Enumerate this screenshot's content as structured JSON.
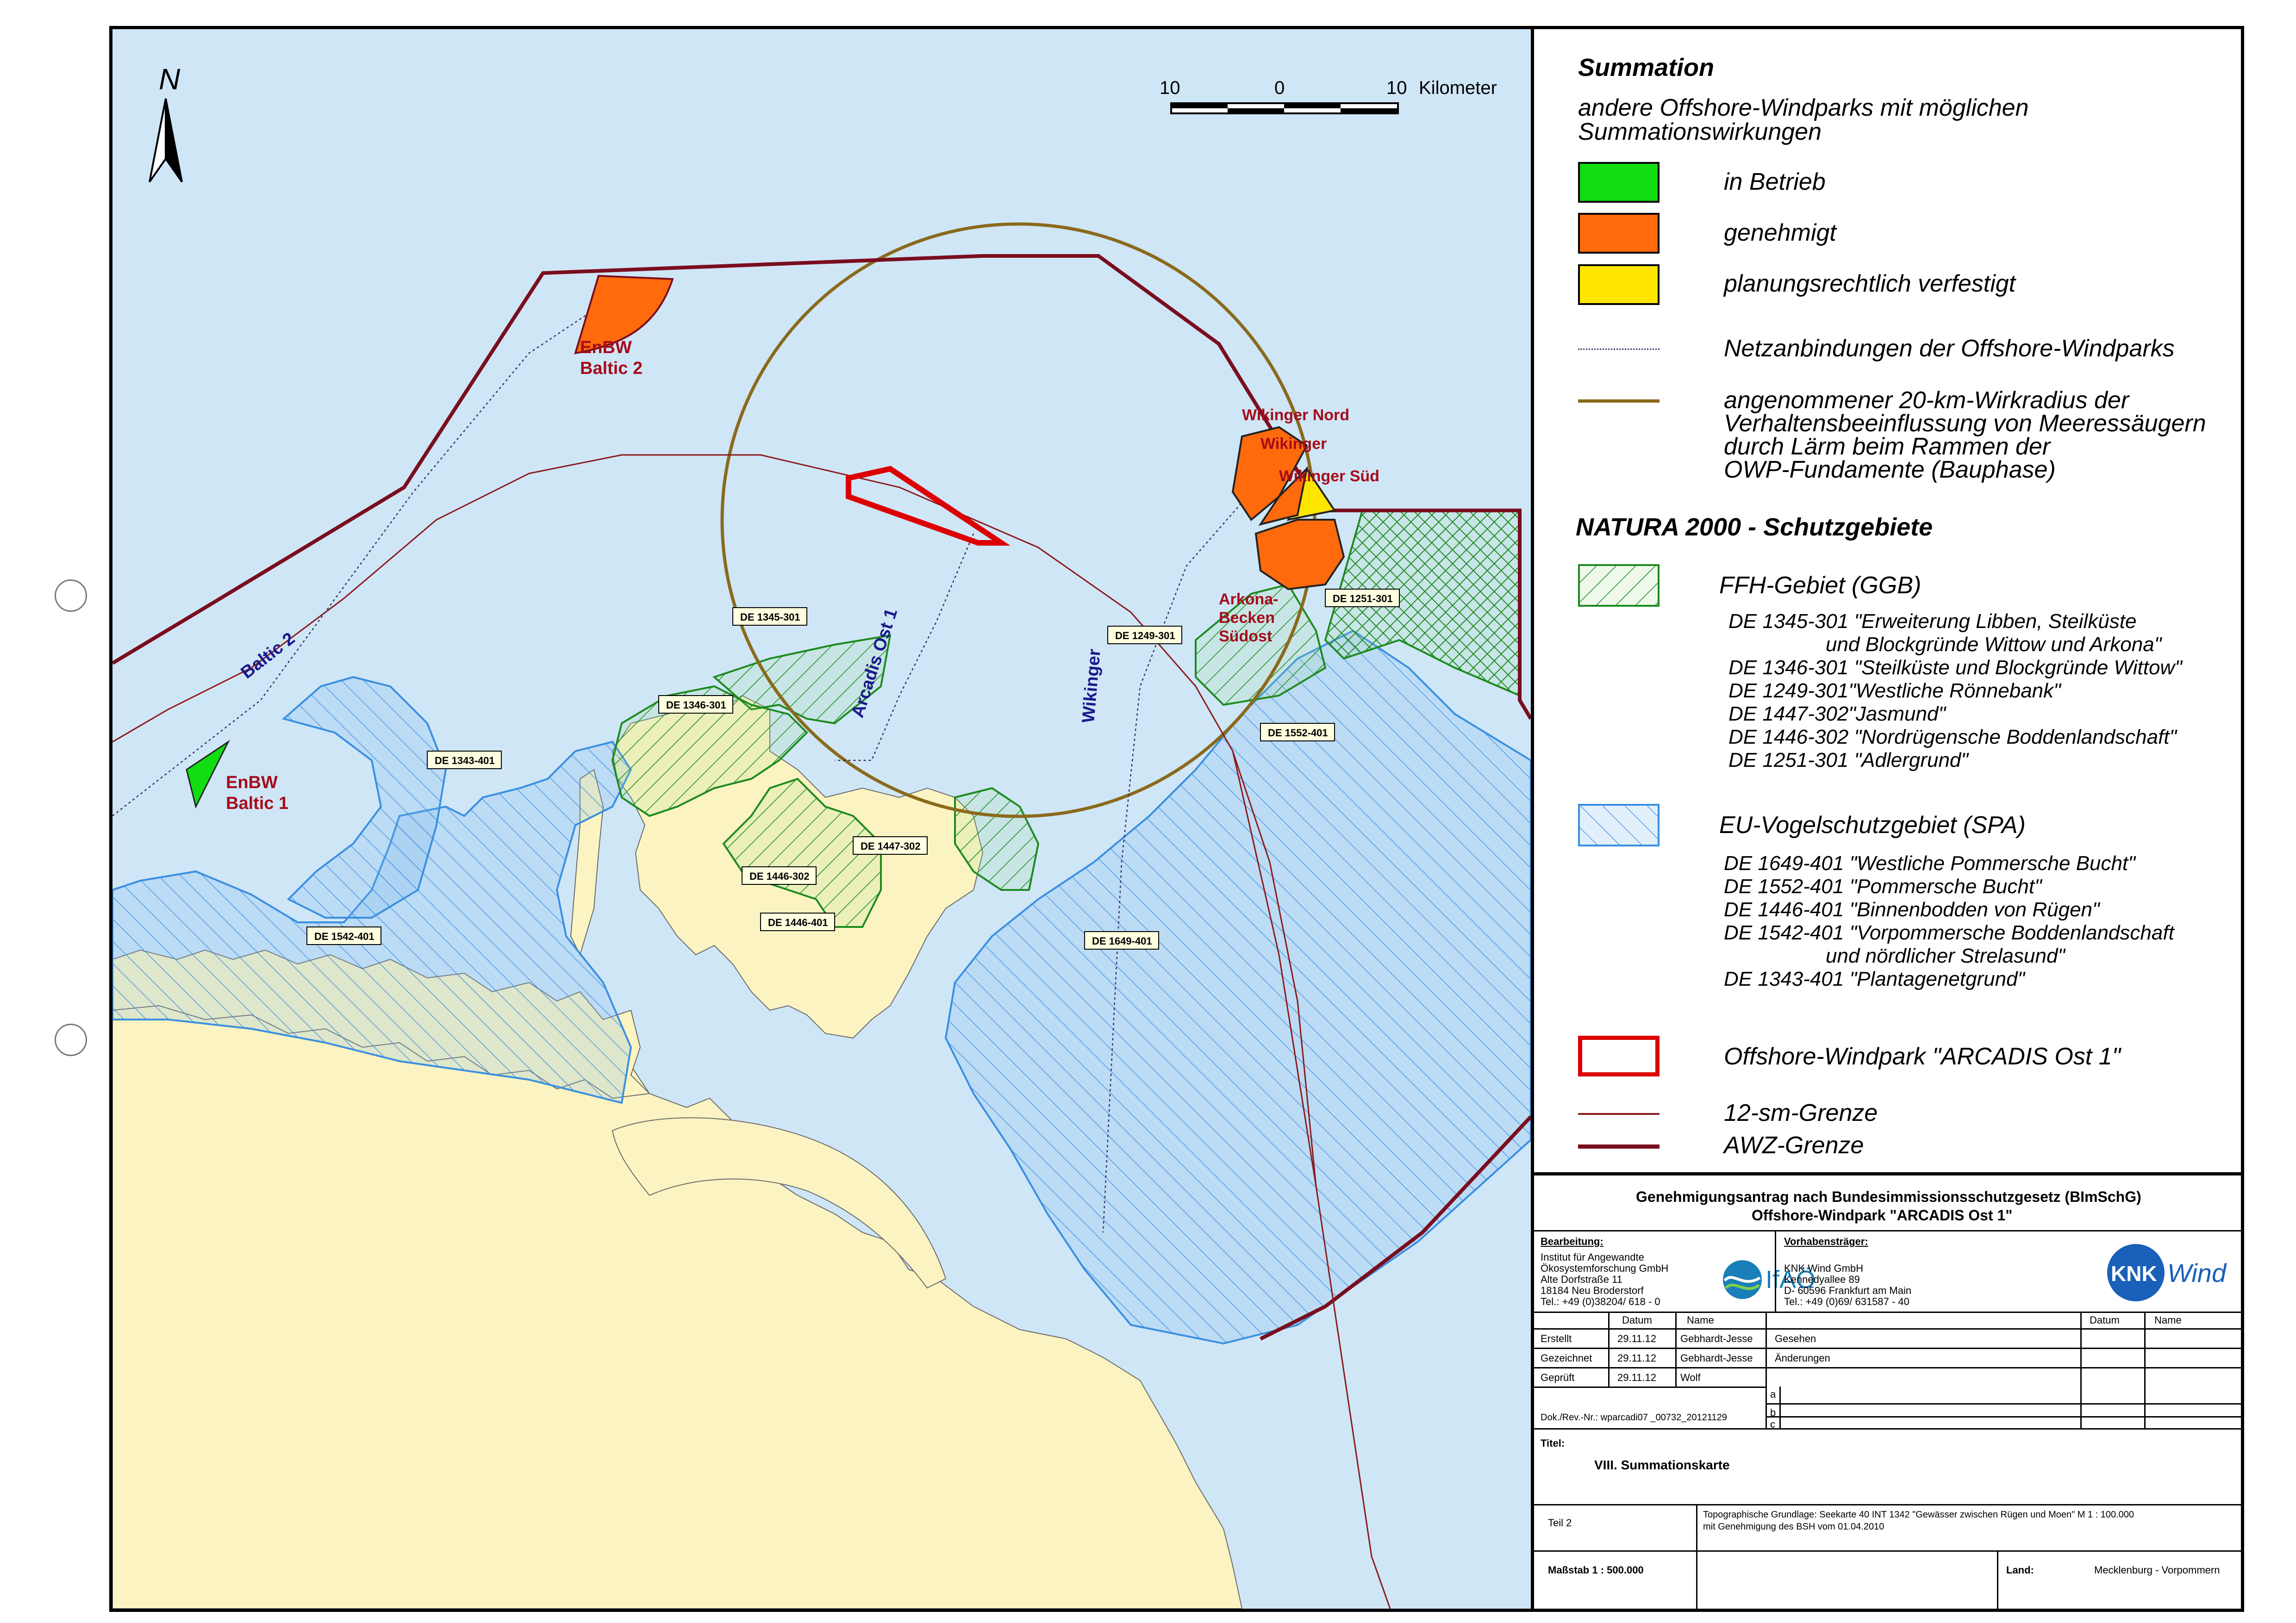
{
  "map": {
    "north_label": "N",
    "scalebar": {
      "left_label": "10",
      "mid_label": "0",
      "right_label": "10",
      "unit": "Kilometer"
    },
    "park_labels": {
      "enbw_baltic2": [
        "EnBW",
        "Baltic 2"
      ],
      "enbw_baltic1": [
        "EnBW",
        "Baltic 1"
      ],
      "wikinger_nord": "Wikinger Nord",
      "wikinger": "Wikinger",
      "wikinger_sued": "Wikinger Süd",
      "arkona": [
        "Arkona-",
        "Becken",
        "Südost"
      ]
    },
    "cable_labels": {
      "baltic2": "Baltic 2",
      "arcadis": "Arcadis Ost 1",
      "wikinger": "Wikinger"
    },
    "area_codes": {
      "de1345": "DE 1345-301",
      "de1346": "DE 1346-301",
      "de1343": "DE 1343-401",
      "de1249": "DE 1249-301",
      "de1251": "DE 1251-301",
      "de1552": "DE 1552-401",
      "de1447": "DE 1447-302",
      "de1446_302": "DE 1446-302",
      "de1446_401": "DE 1446-401",
      "de1542": "DE 1542-401",
      "de1649": "DE 1649-401"
    },
    "colors": {
      "sea": "#cfe6f7",
      "land": "#fbf4c2",
      "in_betrieb": "#11dd11",
      "genehmigt": "#ff6a0c",
      "verfestigt": "#ffe600",
      "ffh": "#1d8a1d",
      "spa": "#3a8fe0",
      "arcadis": "#dd0000",
      "sm12": "#8b1a1a",
      "awz": "#7a0e1e",
      "radius": "#8a6a1c"
    }
  },
  "legend": {
    "summation_title": "Summation",
    "summation_sub": [
      "andere Offshore-Windparks mit möglichen",
      "Summationswirkungen"
    ],
    "in_betrieb": "in Betrieb",
    "genehmigt": "genehmigt",
    "verfestigt": "planungsrechtlich verfestigt",
    "netz": "Netzanbindungen der Offshore-Windparks",
    "radius": [
      "angenommener 20-km-Wirkradius der",
      "Verhaltensbeeinflussung von Meeressäugern",
      "durch Lärm beim Rammen der",
      "OWP-Fundamente (Bauphase)"
    ],
    "natura_title": "NATURA 2000 - Schutzgebiete",
    "ffh": "FFH-Gebiet (GGB)",
    "ffh_items": [
      "DE 1345-301 \"Erweiterung Libben, Steilküste",
      "und Blockgründe Wittow und Arkona\"",
      "DE 1346-301 \"Steilküste und Blockgründe Wittow\"",
      "DE 1249-301\"Westliche Rönnebank\"",
      "DE 1447-302\"Jasmund\"",
      "DE 1446-302 \"Nordrügensche Boddenlandschaft\"",
      "DE 1251-301 \"Adlergrund\""
    ],
    "spa": "EU-Vogelschutzgebiet (SPA)",
    "spa_items": [
      "DE 1649-401 \"Westliche Pommersche Bucht\"",
      "DE 1552-401 \"Pommersche Bucht\"",
      "DE 1446-401 \"Binnenbodden von Rügen\"",
      "DE 1542-401 \"Vorpommersche Boddenlandschaft",
      "und nördlicher Strelasund\"",
      "DE 1343-401 \"Plantagenetgrund\""
    ],
    "arcadis": "Offshore-Windpark \"ARCADIS Ost 1\"",
    "sm12": "12-sm-Grenze",
    "awz": "AWZ-Grenze"
  },
  "titleblock": {
    "header1": "Genehmigungsantrag nach Bundesimmissionsschutzgesetz (BImSchG)",
    "header2": "Offshore-Windpark \"ARCADIS Ost 1\"",
    "bearbeitung_label": "Bearbeitung:",
    "bearbeitung": [
      "Institut für Angewandte",
      "Ökosystemforschung GmbH",
      "Alte Dorfstraße 11",
      "18184 Neu Broderstorf",
      "Tel.: +49 (0)38204/ 618 - 0"
    ],
    "ifao_logo": "IfAÖ",
    "vorhaben_label": "Vorhabensträger:",
    "vorhaben": [
      "KNK Wind GmbH",
      "Kennedyallee 89",
      "D- 60596 Frankfurt am Main",
      "Tel.: +49 (0)69/ 631587 - 40"
    ],
    "knk_logo_left": "KNK",
    "knk_logo_right": "Wind",
    "col_datum": "Datum",
    "col_name": "Name",
    "rows": [
      {
        "label": "Erstellt",
        "datum": "29.11.12",
        "name": "Gebhardt-Jesse"
      },
      {
        "label": "Gezeichnet",
        "datum": "29.11.12",
        "name": "Gebhardt-Jesse"
      },
      {
        "label": "Geprüft",
        "datum": "29.11.12",
        "name": "Wolf"
      }
    ],
    "right_rows": [
      "Gesehen",
      "Änderungen"
    ],
    "right_col_datum": "Datum",
    "right_col_name": "Name",
    "rev_letters": [
      "a",
      "b",
      "c"
    ],
    "dok_label": "Dok./Rev.-Nr.: wparcadi07 _00732_20121129",
    "titel_label": "Titel:",
    "titel": "VIII. Summationskarte",
    "teil": "Teil 2",
    "grundlage": [
      "Topographische Grundlage: Seekarte 40 INT 1342 \"Gewässer zwischen Rügen und Moen\" M 1 : 100.000",
      "mit Genehmigung des BSH vom 01.04.2010"
    ],
    "massstab": "Maßstab 1 : 500.000",
    "land_label": "Land:",
    "land": "Mecklenburg - Vorpommern"
  }
}
